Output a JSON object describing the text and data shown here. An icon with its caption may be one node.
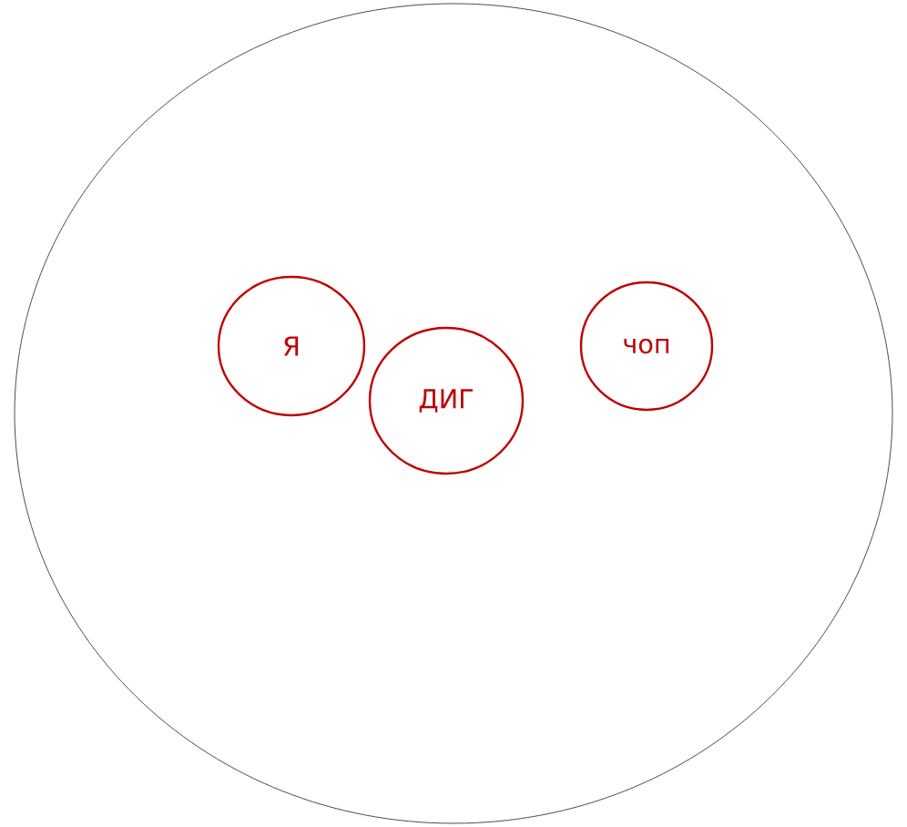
{
  "diagram": {
    "nodes": [
      {
        "text": [],
        "shape": "circle"
      },
      {
        "text": [
          "Я"
        ],
        "in": 0
      },
      {
        "text": [
          "ДИГ"
        ],
        "in": 0
      },
      {
        "text": [
          "чоп"
        ],
        "in": 0
      }
    ]
  }
}
